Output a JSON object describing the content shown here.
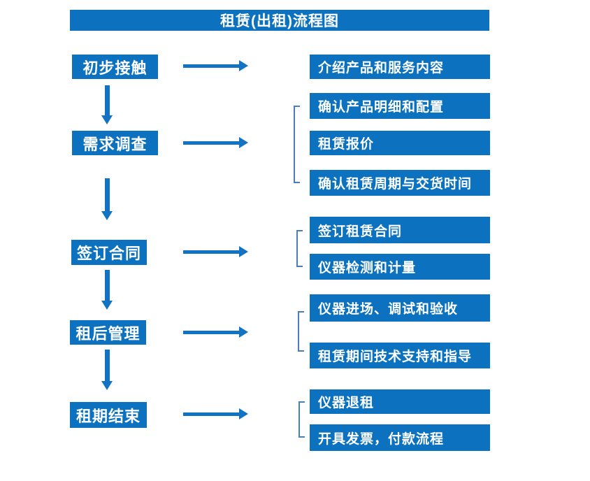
{
  "title": "租赁(出租)流程图",
  "colors": {
    "box_blue": "#0C72BF",
    "arrow_blue": "#1273C2",
    "bracket_blue": "#4A7EBB",
    "text_white": "#FFFFFF",
    "background": "#FFFFFF"
  },
  "stages": [
    {
      "label": "初步接触",
      "items": [
        "介绍产品和服务内容"
      ]
    },
    {
      "label": "需求调查",
      "items": [
        "确认产品明细和配置",
        "租赁报价",
        "确认租赁周期与交货时间"
      ]
    },
    {
      "label": "签订合同",
      "items": [
        "签订租赁合同",
        "仪器检测和计量"
      ]
    },
    {
      "label": "租后管理",
      "items": [
        "仪器进场、调试和验收",
        "租赁期间技术支持和指导"
      ]
    },
    {
      "label": "租期结束",
      "items": [
        "仪器退租",
        "开具发票，付款流程"
      ]
    }
  ]
}
